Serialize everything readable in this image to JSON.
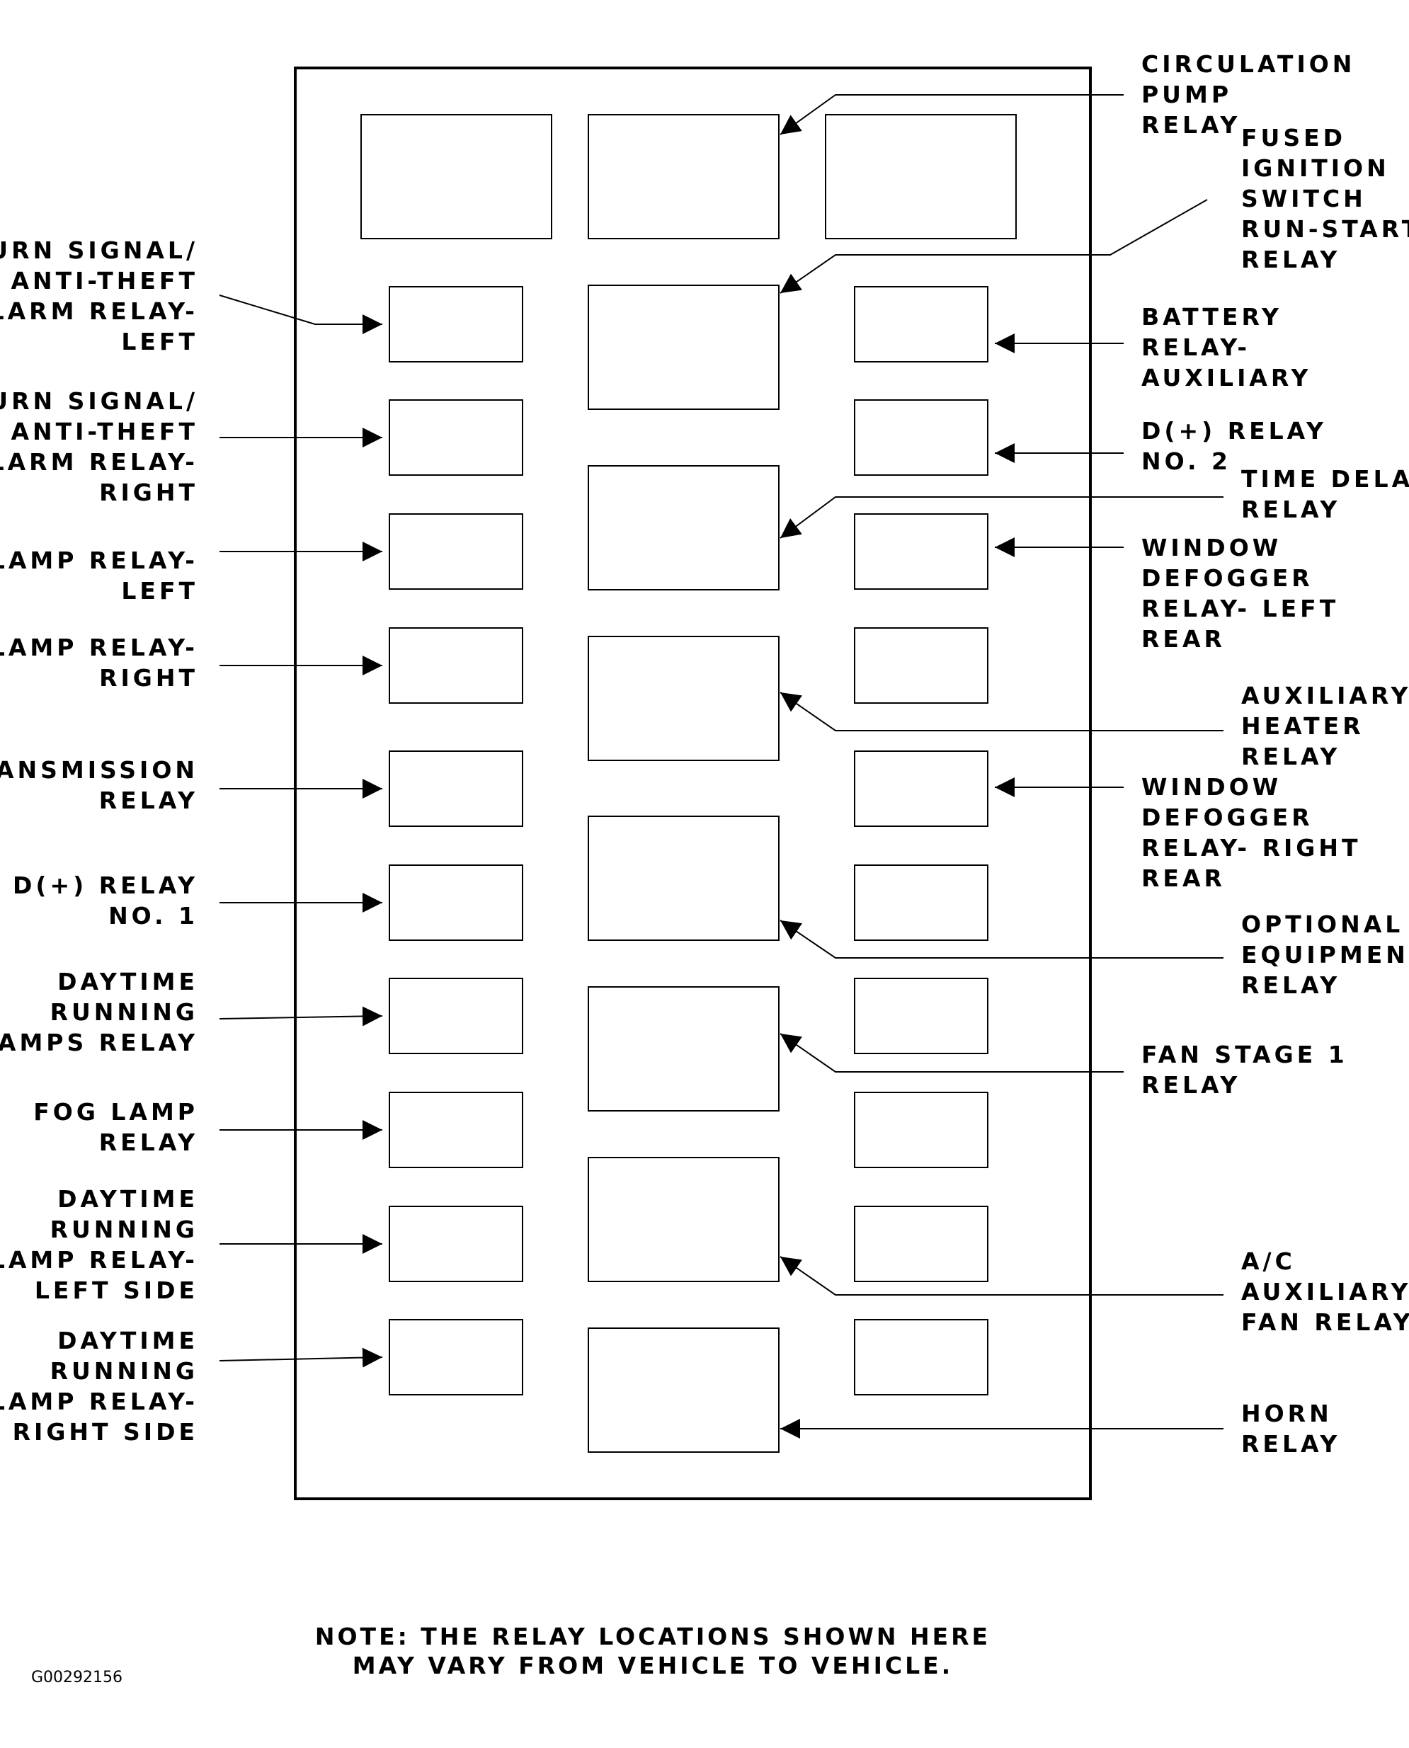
{
  "left_labels": [
    {
      "id": "turn-signal-left",
      "lines": [
        "TURN SIGNAL/",
        "ANTI-THEFT",
        "ALARM RELAY-",
        "LEFT"
      ]
    },
    {
      "id": "turn-signal-right",
      "lines": [
        "TURN SIGNAL/",
        "ANTI-THEFT",
        "ALARM RELAY-",
        "RIGHT"
      ]
    },
    {
      "id": "lamp-relay-left",
      "lines": [
        "LAMP RELAY-",
        "LEFT"
      ]
    },
    {
      "id": "lamp-relay-right",
      "lines": [
        "LAMP RELAY-",
        "RIGHT"
      ]
    },
    {
      "id": "transmission-relay",
      "lines": [
        "TRANSMISSION",
        "RELAY"
      ]
    },
    {
      "id": "d-plus-relay-1",
      "lines": [
        "D(+) RELAY",
        "NO. 1"
      ]
    },
    {
      "id": "daytime-running-lamps-relay",
      "lines": [
        "DAYTIME",
        "RUNNING",
        "LAMPS RELAY"
      ]
    },
    {
      "id": "fog-lamp-relay",
      "lines": [
        "FOG LAMP",
        "RELAY"
      ]
    },
    {
      "id": "drl-relay-left-side",
      "lines": [
        "DAYTIME",
        "RUNNING",
        "LAMP RELAY-",
        "LEFT SIDE"
      ]
    },
    {
      "id": "drl-relay-right-side",
      "lines": [
        "DAYTIME",
        "RUNNING",
        "LAMP RELAY-",
        "RIGHT SIDE"
      ]
    }
  ],
  "right_labels": [
    {
      "id": "circulation-pump-relay",
      "lines": [
        "CIRCULATION",
        "PUMP",
        "RELAY"
      ]
    },
    {
      "id": "fused-ignition-switch-relay",
      "lines": [
        "FUSED",
        "IGNITION",
        "SWITCH",
        "RUN-START",
        "RELAY"
      ]
    },
    {
      "id": "battery-relay-auxiliary",
      "lines": [
        "BATTERY",
        "RELAY-",
        "AUXILIARY"
      ]
    },
    {
      "id": "d-plus-relay-2",
      "lines": [
        "D(+) RELAY",
        "NO. 2"
      ]
    },
    {
      "id": "time-delay-relay",
      "lines": [
        "TIME DELAY",
        "RELAY"
      ]
    },
    {
      "id": "window-defogger-left-rear",
      "lines": [
        "WINDOW",
        "DEFOGGER",
        "RELAY- LEFT",
        "REAR"
      ]
    },
    {
      "id": "auxiliary-heater-relay",
      "lines": [
        "AUXILIARY",
        "HEATER",
        "RELAY"
      ]
    },
    {
      "id": "window-defogger-right-rear",
      "lines": [
        "WINDOW",
        "DEFOGGER",
        "RELAY- RIGHT",
        "REAR"
      ]
    },
    {
      "id": "optional-equipment-relay",
      "lines": [
        "OPTIONAL",
        "EQUIPMENT",
        "RELAY"
      ]
    },
    {
      "id": "fan-stage-1-relay",
      "lines": [
        "FAN STAGE 1",
        "RELAY"
      ]
    },
    {
      "id": "ac-auxiliary-fan-relay",
      "lines": [
        "A/C",
        "AUXILIARY",
        "FAN RELAY"
      ]
    },
    {
      "id": "horn-relay",
      "lines": [
        "HORN",
        "RELAY"
      ]
    }
  ],
  "note": {
    "line1": "NOTE: THE RELAY LOCATIONS SHOWN HERE",
    "line2": "MAY VARY FROM VEHICLE TO VEHICLE."
  },
  "figure_id": "G00292156",
  "colors": {
    "ink": "#000000",
    "paper": "#ffffff"
  }
}
